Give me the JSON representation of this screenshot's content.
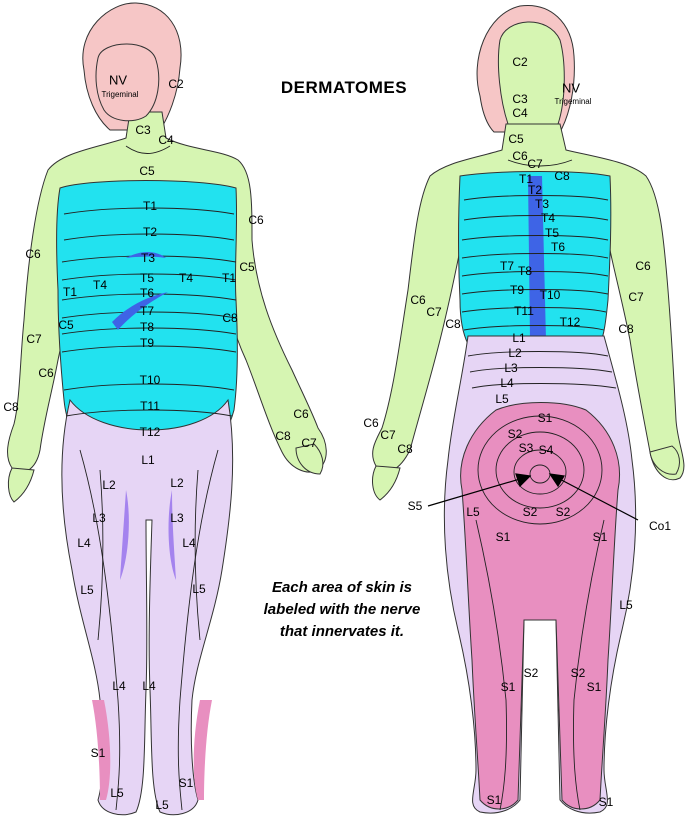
{
  "title": "DERMATOMES",
  "caption_lines": [
    "Each area of skin is",
    "labeled with the nerve",
    "that innervates it."
  ],
  "colors": {
    "head": "#f6c6c6",
    "cervical": "#d6f5b2",
    "thoracic": "#22e2ef",
    "lumbar": "#e6d5f5",
    "sacral": "#e88fc0",
    "outline": "#333333",
    "accent_blue": "#3e64e6",
    "accent_violet": "#a483ee"
  },
  "front_labels": [
    {
      "id": "nv",
      "text": "NV"
    },
    {
      "id": "trigeminal",
      "text": "Trigeminal"
    },
    {
      "id": "c2",
      "text": "C2"
    },
    {
      "id": "c3",
      "text": "C3"
    },
    {
      "id": "c4",
      "text": "C4"
    },
    {
      "id": "c5",
      "text": "C5"
    },
    {
      "id": "c6r",
      "text": "C6"
    },
    {
      "id": "c6l",
      "text": "C6"
    },
    {
      "id": "c5r",
      "text": "C5"
    },
    {
      "id": "t1l",
      "text": "T1"
    },
    {
      "id": "t1r",
      "text": "T1"
    },
    {
      "id": "c5l",
      "text": "C5"
    },
    {
      "id": "c7l",
      "text": "C7"
    },
    {
      "id": "c6l2",
      "text": "C6"
    },
    {
      "id": "c8l",
      "text": "C8"
    },
    {
      "id": "c8r",
      "text": "C8"
    },
    {
      "id": "c6rh",
      "text": "C6"
    },
    {
      "id": "c8rh",
      "text": "C8"
    },
    {
      "id": "c7rh",
      "text": "C7"
    },
    {
      "id": "t1",
      "text": "T1"
    },
    {
      "id": "t2",
      "text": "T2"
    },
    {
      "id": "t3",
      "text": "T3"
    },
    {
      "id": "t4l",
      "text": "T4"
    },
    {
      "id": "t5",
      "text": "T5"
    },
    {
      "id": "t4r",
      "text": "T4"
    },
    {
      "id": "t6",
      "text": "T6"
    },
    {
      "id": "t7",
      "text": "T7"
    },
    {
      "id": "t8",
      "text": "T8"
    },
    {
      "id": "t9",
      "text": "T9"
    },
    {
      "id": "t10",
      "text": "T10"
    },
    {
      "id": "t11",
      "text": "T11"
    },
    {
      "id": "t12",
      "text": "T12"
    },
    {
      "id": "l1",
      "text": "L1"
    },
    {
      "id": "l2l",
      "text": "L2"
    },
    {
      "id": "l2r",
      "text": "L2"
    },
    {
      "id": "l3l",
      "text": "L3"
    },
    {
      "id": "l3r",
      "text": "L3"
    },
    {
      "id": "l4l",
      "text": "L4"
    },
    {
      "id": "l4r",
      "text": "L4"
    },
    {
      "id": "l5l",
      "text": "L5"
    },
    {
      "id": "l5r",
      "text": "L5"
    },
    {
      "id": "l4ls",
      "text": "L4"
    },
    {
      "id": "l4rs",
      "text": "L4"
    },
    {
      "id": "s1l",
      "text": "S1"
    },
    {
      "id": "s1r",
      "text": "S1"
    },
    {
      "id": "l5lf",
      "text": "L5"
    },
    {
      "id": "l5rf",
      "text": "L5"
    }
  ],
  "back_labels": [
    {
      "id": "c2",
      "text": "C2"
    },
    {
      "id": "nv",
      "text": "NV"
    },
    {
      "id": "trigeminal",
      "text": "Trigeminal"
    },
    {
      "id": "c3",
      "text": "C3"
    },
    {
      "id": "c4",
      "text": "C4"
    },
    {
      "id": "c5",
      "text": "C5"
    },
    {
      "id": "c6",
      "text": "C6"
    },
    {
      "id": "c7",
      "text": "C7"
    },
    {
      "id": "t1",
      "text": "T1"
    },
    {
      "id": "c8",
      "text": "C8"
    },
    {
      "id": "t2",
      "text": "T2"
    },
    {
      "id": "t3",
      "text": "T3"
    },
    {
      "id": "t4",
      "text": "T4"
    },
    {
      "id": "t5",
      "text": "T5"
    },
    {
      "id": "t6",
      "text": "T6"
    },
    {
      "id": "t7",
      "text": "T7"
    },
    {
      "id": "t8",
      "text": "T8"
    },
    {
      "id": "t9",
      "text": "T9"
    },
    {
      "id": "t10",
      "text": "T10"
    },
    {
      "id": "t11",
      "text": "T11"
    },
    {
      "id": "t12",
      "text": "T12"
    },
    {
      "id": "c6l",
      "text": "C6"
    },
    {
      "id": "c7l",
      "text": "C7"
    },
    {
      "id": "c8l",
      "text": "C8"
    },
    {
      "id": "c6r",
      "text": "C6"
    },
    {
      "id": "c7r",
      "text": "C7"
    },
    {
      "id": "c8r",
      "text": "C8"
    },
    {
      "id": "l1",
      "text": "L1"
    },
    {
      "id": "l2",
      "text": "L2"
    },
    {
      "id": "l3",
      "text": "L3"
    },
    {
      "id": "l4",
      "text": "L4"
    },
    {
      "id": "l5",
      "text": "L5"
    },
    {
      "id": "c6lh",
      "text": "C6"
    },
    {
      "id": "c7lh",
      "text": "C7"
    },
    {
      "id": "c8lh",
      "text": "C8"
    },
    {
      "id": "s1",
      "text": "S1"
    },
    {
      "id": "s2l",
      "text": "S2"
    },
    {
      "id": "s3",
      "text": "S3"
    },
    {
      "id": "s4",
      "text": "S4"
    },
    {
      "id": "s5",
      "text": "S5"
    },
    {
      "id": "co1",
      "text": "Co1"
    },
    {
      "id": "l5l",
      "text": "L5"
    },
    {
      "id": "s2ll",
      "text": "S2"
    },
    {
      "id": "s2rl",
      "text": "S2"
    },
    {
      "id": "s1l",
      "text": "S1"
    },
    {
      "id": "s1r",
      "text": "S1"
    },
    {
      "id": "l5r",
      "text": "L5"
    },
    {
      "id": "s2lc",
      "text": "S2"
    },
    {
      "id": "s2rc",
      "text": "S2"
    },
    {
      "id": "s1lc",
      "text": "S1"
    },
    {
      "id": "s1rc",
      "text": "S1"
    },
    {
      "id": "s1lf",
      "text": "S1"
    },
    {
      "id": "s1rf",
      "text": "S1"
    }
  ]
}
